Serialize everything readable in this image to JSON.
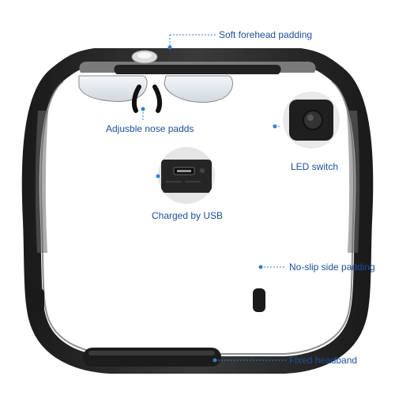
{
  "callouts": {
    "forehead": "Soft forehead padding",
    "nose": "Adjusble nose padds",
    "led": "LED switch",
    "usb": "Charged by USB",
    "side": "No-slip side padding",
    "headband": "Fixed headband"
  },
  "colors": {
    "label_text": "#1a4f9c",
    "leader_line": "#2f7fd6",
    "frame": "#2a2a2a",
    "padding": "#5a5a5a",
    "lens": "#e8eef3"
  }
}
